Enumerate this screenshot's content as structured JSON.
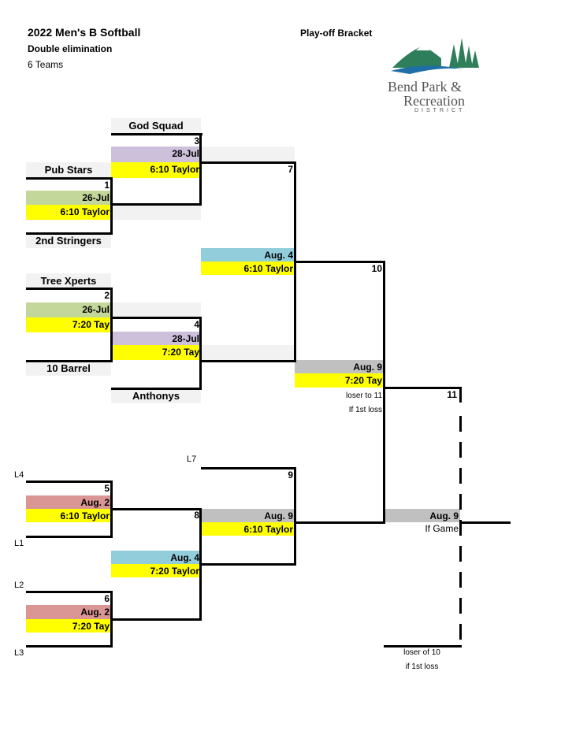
{
  "header": {
    "title": "2022 Men's B Softball",
    "subtitle": "Double elimination",
    "teams_count": "6 Teams",
    "bracket_title": "Play-off Bracket"
  },
  "logo": {
    "line1": "Bend Park &",
    "line2": "Recreation",
    "line3": "DISTRICT"
  },
  "teams": {
    "god_squad": "God Squad",
    "pub_stars": "Pub Stars",
    "second_stringers": "2nd Stringers",
    "tree_xperts": "Tree Xperts",
    "ten_barrel": "10 Barrel",
    "anthonys": "Anthonys"
  },
  "games": {
    "g1": {
      "num": "1",
      "date": "26-Jul",
      "time": "6:10 Taylor"
    },
    "g2": {
      "num": "2",
      "date": "26-Jul",
      "time": "7:20 Tay"
    },
    "g3": {
      "num": "3",
      "date": "28-Jul",
      "time": "6:10 Taylor"
    },
    "g4": {
      "num": "4",
      "date": "28-Jul",
      "time": "7:20 Tay"
    },
    "g5": {
      "num": "5",
      "date": "Aug. 2",
      "time": "6:10 Taylor"
    },
    "g6": {
      "num": "6",
      "date": "Aug. 2",
      "time": "7:20 Tay"
    },
    "g7": {
      "num": "7",
      "date": "Aug. 4",
      "time": "6:10 Taylor"
    },
    "g8": {
      "num": "8",
      "date": "Aug. 4",
      "time": "7:20 Taylor"
    },
    "g9": {
      "num": "9",
      "date": "Aug. 9",
      "time": "6:10 Taylor"
    },
    "g10": {
      "num": "10",
      "date": "Aug. 9",
      "time": "7:20 Tay",
      "note1": "loser to 11",
      "note2": "If 1st loss"
    },
    "g11": {
      "num": "11",
      "date": "Aug. 9",
      "time": "If Game",
      "note1": "loser of 10",
      "note2": "if 1st loss"
    }
  },
  "losers": {
    "l7": "L7",
    "l4": "L4",
    "l1": "L1",
    "l2": "L2",
    "l3": "L3"
  },
  "colors": {
    "yellow": "#ffff00",
    "purple": "#ccc0da",
    "green": "#c4d79b",
    "blue": "#92cddc",
    "red": "#da9694",
    "silver": "#c0c0c0"
  }
}
